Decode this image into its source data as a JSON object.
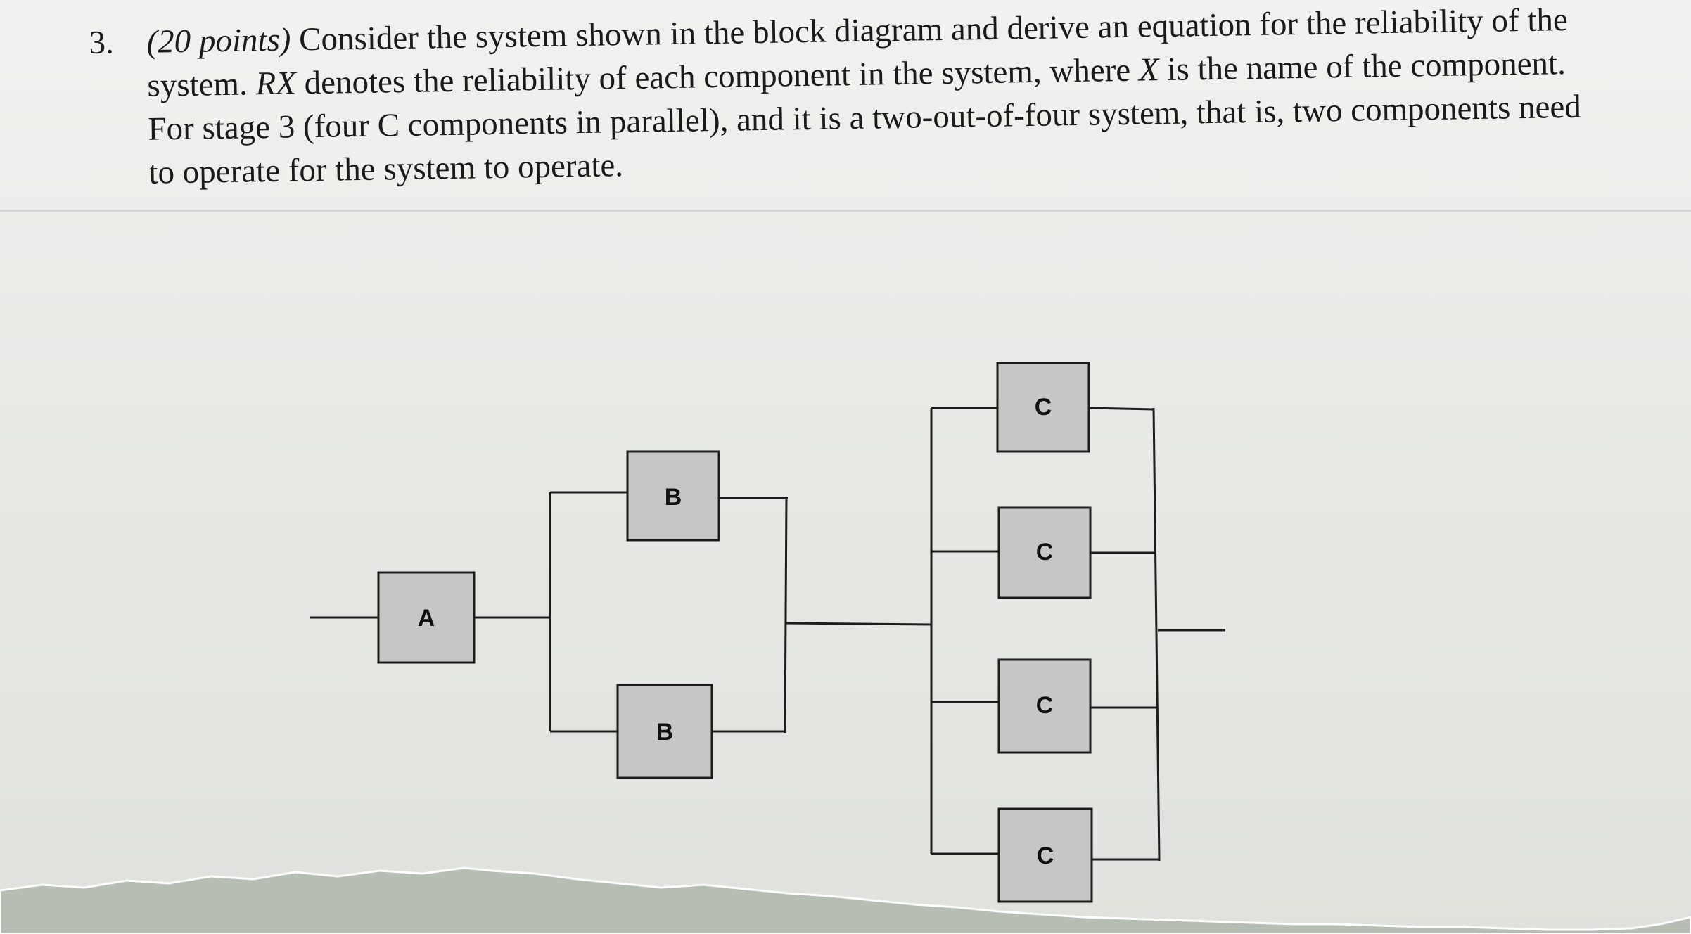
{
  "question": {
    "number": "3.",
    "points": "(20 points)",
    "text_part1": " Consider the system shown in the block diagram and derive an equation for the reliability of the system. ",
    "rx_symbol": "RX",
    "text_part2": " denotes the reliability of each component in the system, where ",
    "x_symbol": "X",
    "text_part3": " is the name of the component. For stage 3 (four C components in parallel), and it is a two-out-of-four system, that is, two components need to operate for the system to operate."
  },
  "diagram": {
    "stage1": {
      "label": "A"
    },
    "stage2": [
      {
        "label": "B"
      },
      {
        "label": "B"
      }
    ],
    "stage3": [
      {
        "label": "C"
      },
      {
        "label": "C"
      },
      {
        "label": "C"
      },
      {
        "label": "C"
      }
    ]
  },
  "colors": {
    "block_fill": "#c6c6c4",
    "block_stroke": "#1c1c1c",
    "line": "#1c1c1c",
    "table_surface": "#b6bdb3"
  }
}
